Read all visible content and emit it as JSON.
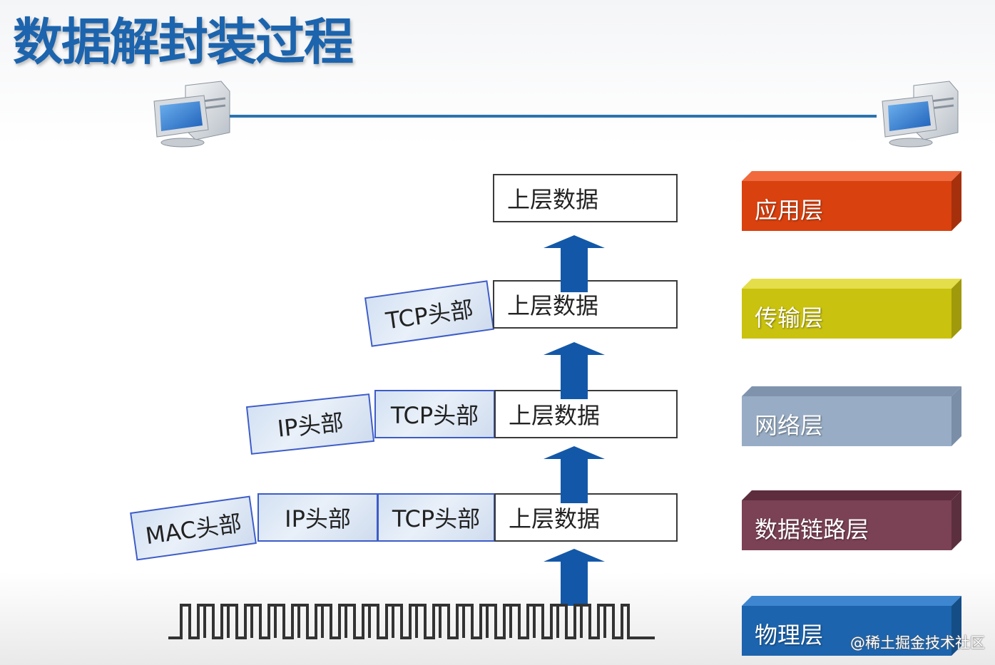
{
  "title": "数据解封装过程",
  "icons": {
    "left_computer": "computer-icon",
    "right_computer": "computer-icon",
    "arrow": "arrow-up-icon"
  },
  "rows": [
    {
      "data_label": "上层数据",
      "headers": []
    },
    {
      "data_label": "上层数据",
      "headers": [
        "TCP头部"
      ]
    },
    {
      "data_label": "上层数据",
      "headers": [
        "IP头部",
        "TCP头部"
      ]
    },
    {
      "data_label": "上层数据",
      "headers": [
        "MAC头部",
        "IP头部",
        "TCP头部"
      ]
    }
  ],
  "layers": [
    {
      "name": "应用层",
      "color": "#d9410f"
    },
    {
      "name": "传输层",
      "color": "#c9c20e"
    },
    {
      "name": "网络层",
      "color": "#98adc5"
    },
    {
      "name": "数据链路层",
      "color": "#7b4155"
    },
    {
      "name": "物理层",
      "color": "#1c64ad"
    }
  ],
  "watermark": "@稀土掘金技术社区"
}
